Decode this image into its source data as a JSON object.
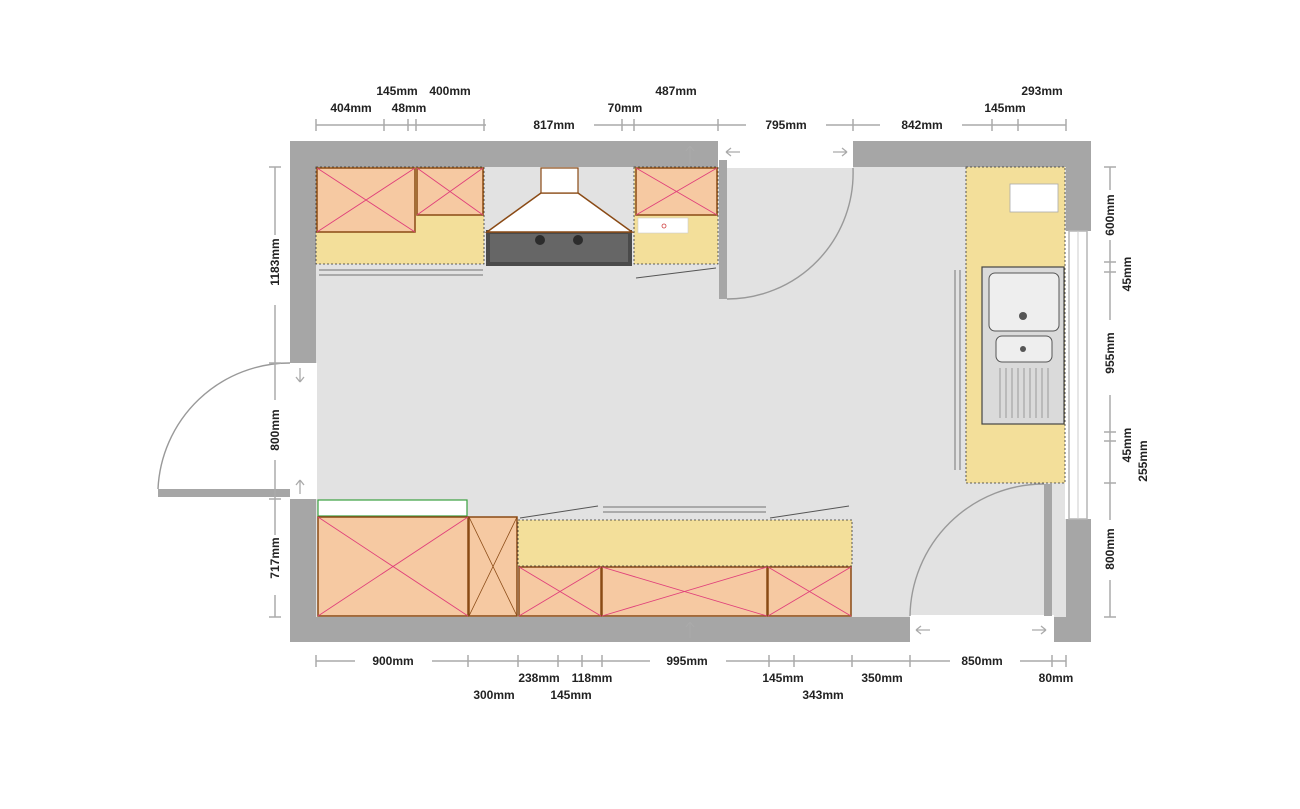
{
  "colors": {
    "wall": "#a6a6a6",
    "floor": "#e2e2e2",
    "worktop": "#f3df9a",
    "cabinet": "#f6c9a2",
    "cabinet_edge": "#8a4a15",
    "cross": "#e0407a"
  },
  "dimensions": {
    "top_row1": [
      "145mm",
      "400mm",
      "487mm",
      "293mm"
    ],
    "top_row2": [
      "404mm",
      "48mm",
      "70mm",
      "145mm"
    ],
    "top_row3": [
      "817mm",
      "795mm",
      "842mm"
    ],
    "bottom_row1": [
      "900mm",
      "995mm",
      "850mm"
    ],
    "bottom_row2": [
      "238mm",
      "118mm",
      "145mm",
      "350mm",
      "80mm"
    ],
    "bottom_row3": [
      "300mm",
      "145mm",
      "343mm"
    ],
    "left": [
      "1183mm",
      "800mm",
      "717mm"
    ],
    "right": [
      "600mm",
      "45mm",
      "955mm",
      "45mm",
      "255mm",
      "800mm"
    ]
  }
}
